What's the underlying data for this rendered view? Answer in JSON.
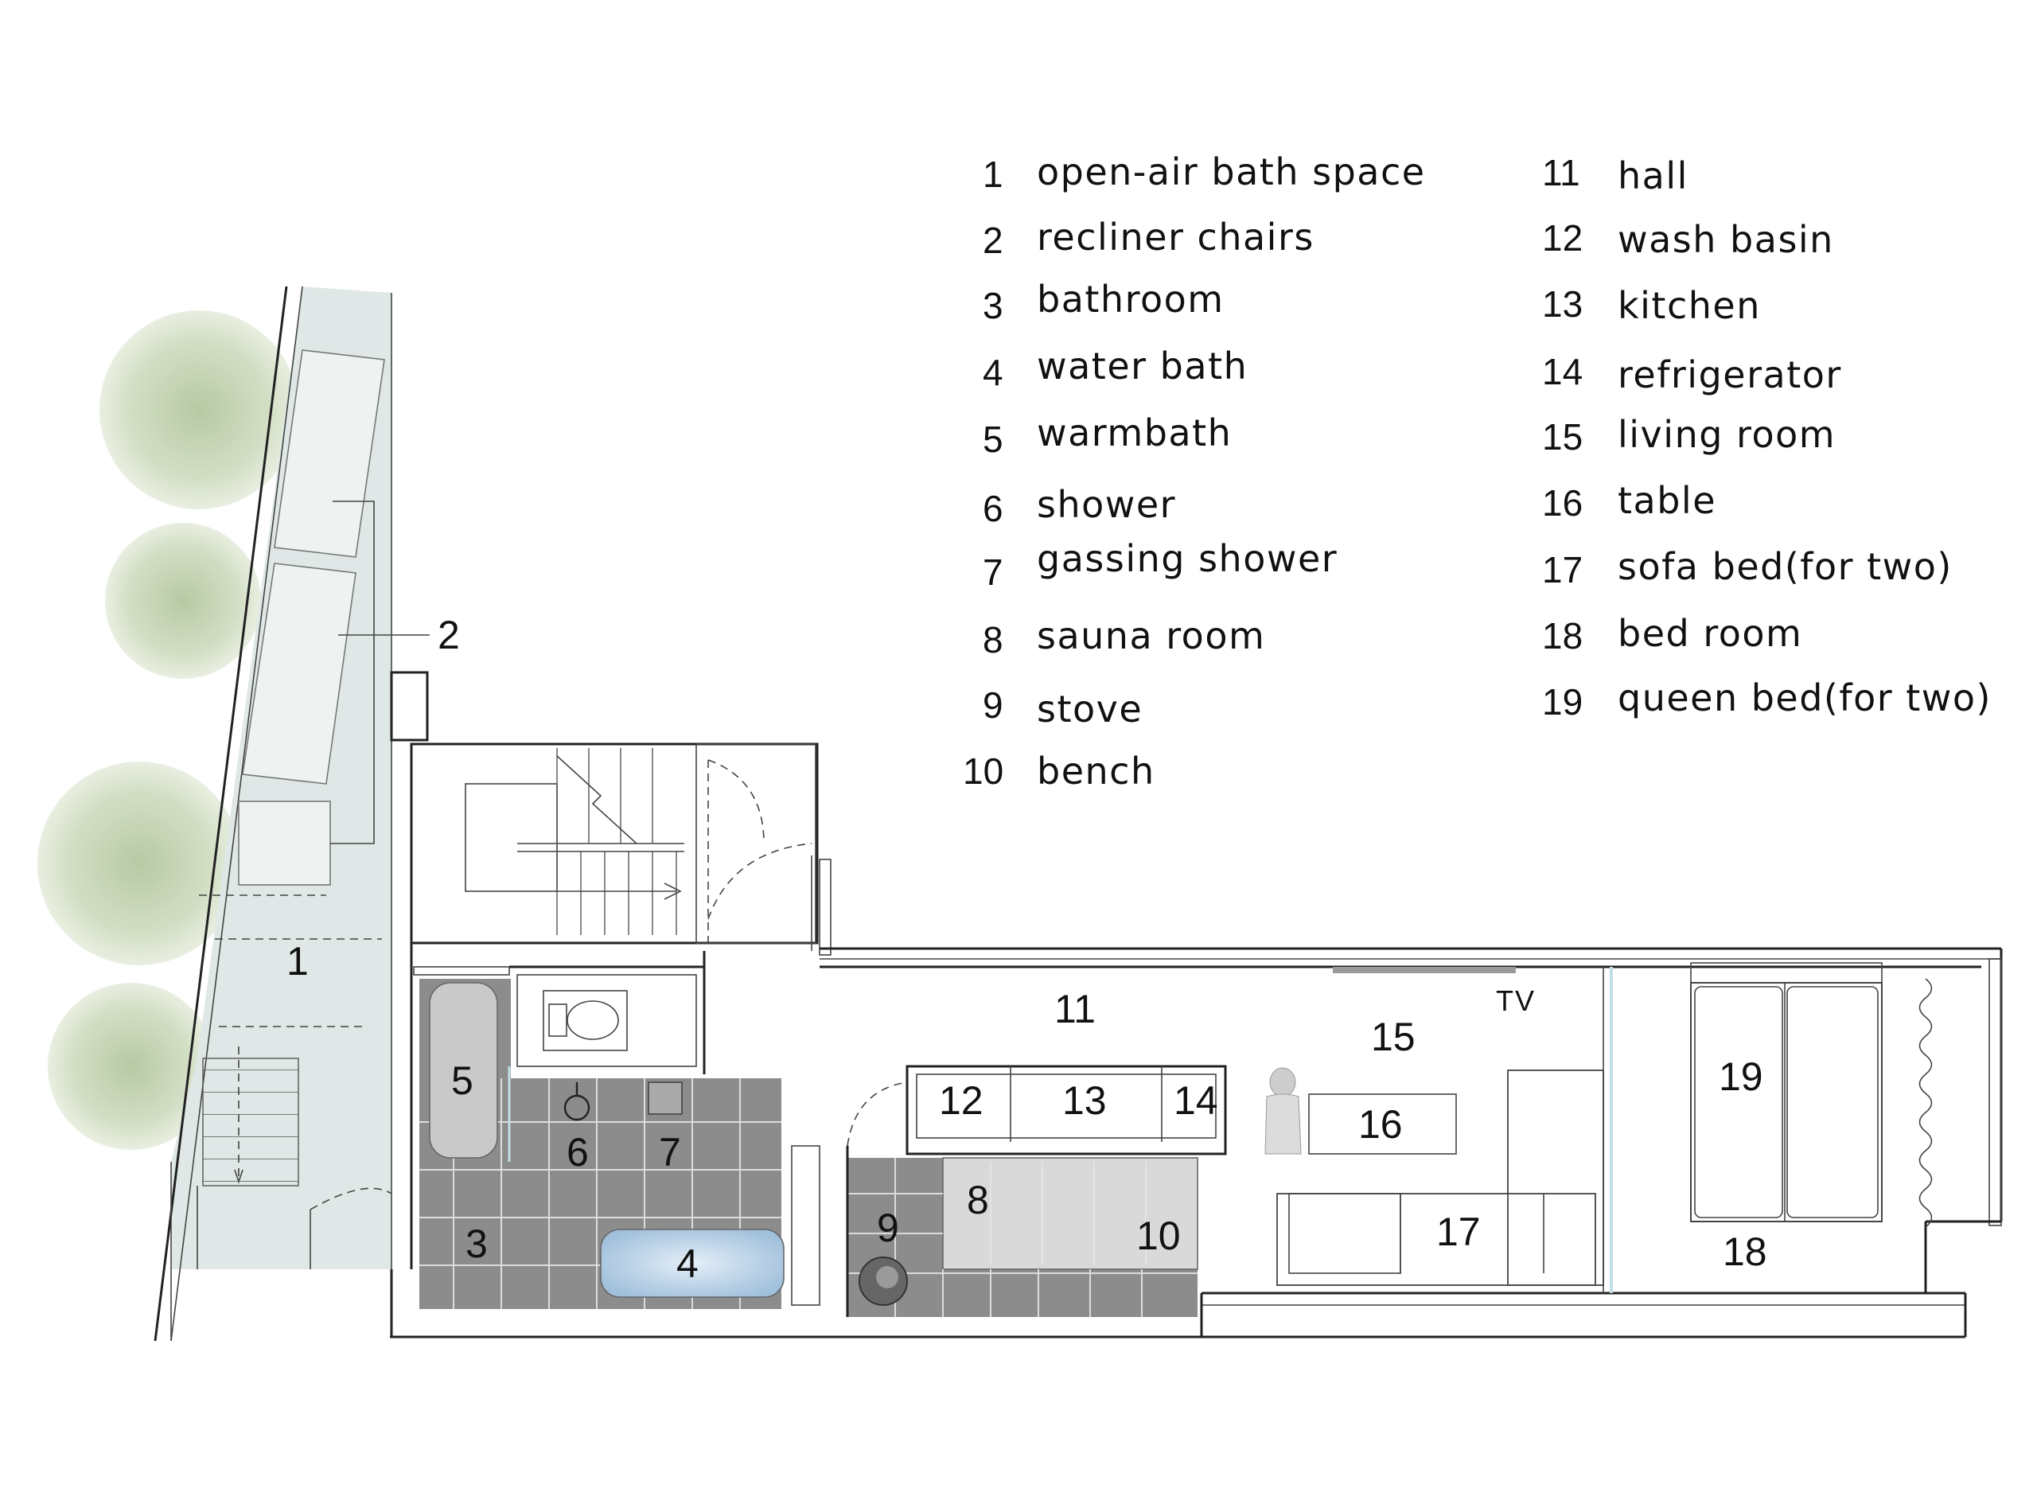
{
  "legend": {
    "items": [
      {
        "num": "1",
        "label": "open-air bath space"
      },
      {
        "num": "2",
        "label": "recliner chairs"
      },
      {
        "num": "3",
        "label": "bathroom"
      },
      {
        "num": "4",
        "label": "water bath"
      },
      {
        "num": "5",
        "label": "warmbath"
      },
      {
        "num": "6",
        "label": "shower"
      },
      {
        "num": "7",
        "label": "gassing shower"
      },
      {
        "num": "8",
        "label": "sauna room"
      },
      {
        "num": "9",
        "label": "stove"
      },
      {
        "num": "10",
        "label": "bench"
      },
      {
        "num": "11",
        "label": "hall"
      },
      {
        "num": "12",
        "label": "wash basin"
      },
      {
        "num": "13",
        "label": "kitchen"
      },
      {
        "num": "14",
        "label": "refrigerator"
      },
      {
        "num": "15",
        "label": "living room"
      },
      {
        "num": "16",
        "label": "table"
      },
      {
        "num": "17",
        "label": "sofa bed(for two)"
      },
      {
        "num": "18",
        "label": "bed room"
      },
      {
        "num": "19",
        "label": "queen bed(for two)"
      }
    ]
  },
  "plan": {
    "tv_label": "TV",
    "colors": {
      "tile_floor": "#8c8c8c",
      "tile_grid": "#dcdcdc",
      "outdoor_deck": "#dfe8e6",
      "tub": "#c9c9c9",
      "water": "#b9d2e6",
      "tree": "#cfdcc0"
    }
  }
}
